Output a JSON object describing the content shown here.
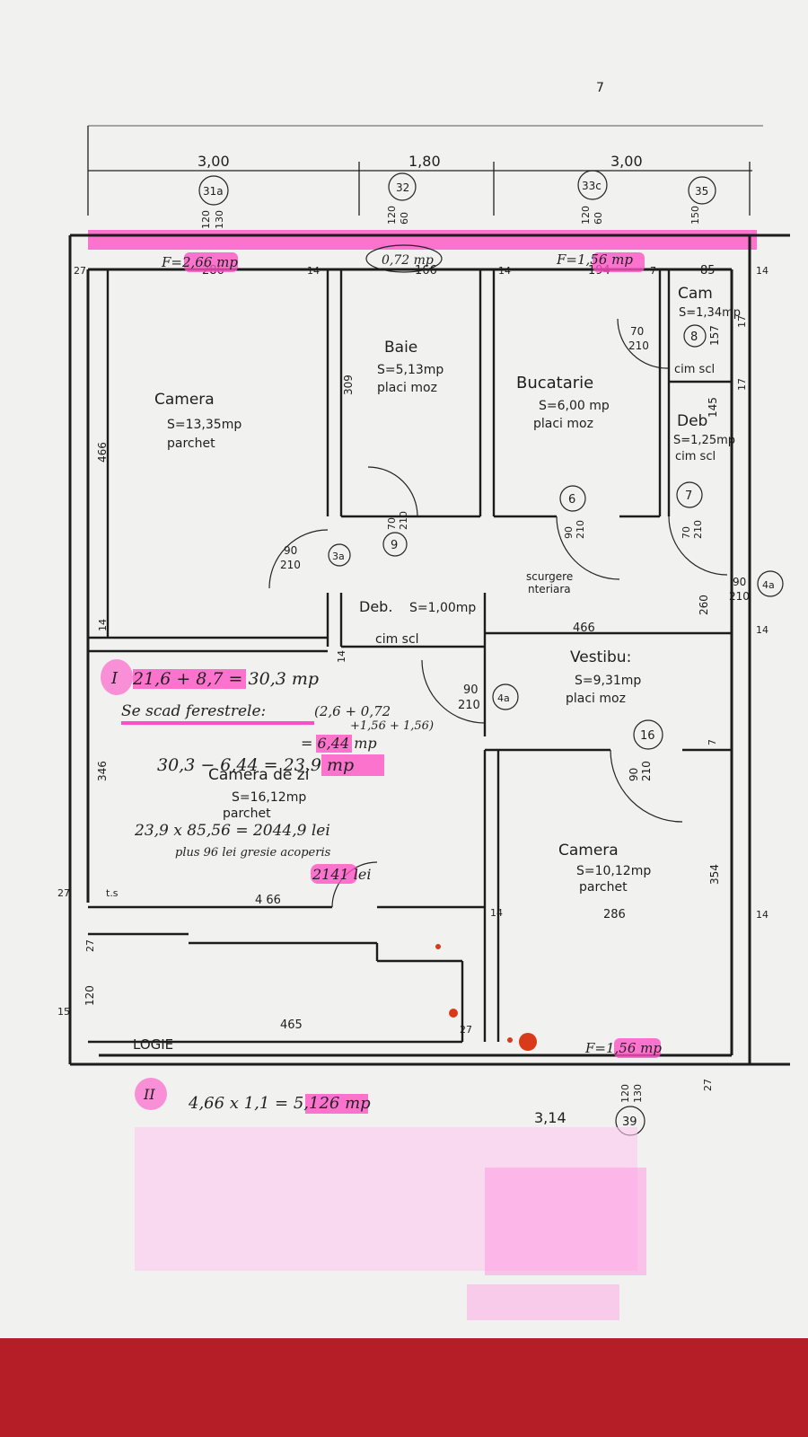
{
  "colors": {
    "paper": "#f1f1ef",
    "ink": "#1e1e1e",
    "highlighter": "#ff4fc4",
    "fabric": "#b51d27"
  },
  "top_dimensions": [
    "3,00",
    "1,80",
    "3,00"
  ],
  "window_tags": [
    "31a",
    "32",
    "33c",
    "35"
  ],
  "window_codes": {
    "w1": "120",
    "w1b": "130",
    "w2": "60",
    "w2b": "120",
    "w3": "120",
    "w3b": "60",
    "w4": "150"
  },
  "top_areas": {
    "a1": "F=2,66 mp",
    "a2": "0,72 mp",
    "a3": "F=1,56 mp"
  },
  "wall_widths": {
    "w27": "27",
    "w14": "14",
    "w7": "7",
    "w17": "17",
    "w27b": "27",
    "w15": "15"
  },
  "segment_dims": {
    "s286": "286",
    "s166": "166",
    "s194": "194",
    "s85": "85",
    "s466": "466",
    "s309": "309",
    "s157": "157",
    "s145": "145",
    "s260": "260",
    "s466b": "4 66",
    "s346": "346",
    "s354": "354",
    "s286b": "286",
    "s466c": "466",
    "s120": "120",
    "s465": "465",
    "s314": "3,14"
  },
  "rooms": {
    "camera1": {
      "name": "Camera",
      "area": "S=13,35mp",
      "floor": "parchet"
    },
    "baie": {
      "name": "Baie",
      "area": "S=5,13mp",
      "floor": "placi moz"
    },
    "bucatarie": {
      "name": "Bucatarie",
      "area": "S=6,00 mp",
      "floor": "placi moz"
    },
    "cam": {
      "name": "Cam",
      "area": "S=1,34mp",
      "floor": "cim scl"
    },
    "deb1": {
      "name": "Deb",
      "area": "S=1,25mp",
      "floor": "cim scl"
    },
    "deb2": {
      "name": "Deb.",
      "area": "S=1,00mp",
      "floor": "cim scl"
    },
    "vestibul": {
      "name": "Vestibu:",
      "area": "S=9,31mp",
      "floor": "placi moz"
    },
    "camera_zi": {
      "name": "Camera de zi",
      "area": "S=16,12mp",
      "floor": "parchet"
    },
    "camera2": {
      "name": "Camera",
      "area": "S=10,12mp",
      "floor": "parchet"
    },
    "logie": {
      "name": "LOGIE"
    }
  },
  "doors": {
    "d8": {
      "tag": "8",
      "size_w": "70",
      "size_h": "210"
    },
    "d9": {
      "tag": "9",
      "size_w": "70",
      "size_h": "210"
    },
    "d6": {
      "tag": "6",
      "size_w": "90",
      "size_h": "210"
    },
    "d7": {
      "tag": "7",
      "size_w": "70",
      "size_h": "210"
    },
    "d4a": {
      "tag": "4a",
      "size_w": "90",
      "size_h": "210"
    },
    "d3a": {
      "tag": "3a",
      "size_w": "90",
      "size_h": "210"
    },
    "d4a2": {
      "tag": "4a",
      "size_w": "90",
      "size_h": "210"
    },
    "d16": {
      "tag": "16",
      "size_w": "90",
      "size_h": "210"
    },
    "d39": {
      "tag": "39",
      "size_w": "120",
      "size_h": "130"
    }
  },
  "misc": {
    "ts": "t.s",
    "corridor1": "scurgere",
    "corridor2": "nteriara",
    "pg": "7"
  },
  "bottom_area": "F=1,56 mp",
  "notes": {
    "n1_mark": "I",
    "n1_calc": "21,6 + 8,7 = 30,3 mp",
    "n2_label": "Se scad ferestrele:",
    "n2_calc": "(2,6 + 0,72",
    "n2_calc2": "+1,56 + 1,56)",
    "n3_calc": "= 6,44 mp",
    "n4_calc": "30,3 − 6,44 = 23,9 mp",
    "n5_calc": "23,9 x 85,56 = 2044,9 lei",
    "n6_calc": "plus 96 lei gresie acoperis",
    "n7_calc": "2141 lei",
    "n8_mark": "II",
    "n8_calc": "4,66 x 1,1 = 5,126 mp"
  }
}
